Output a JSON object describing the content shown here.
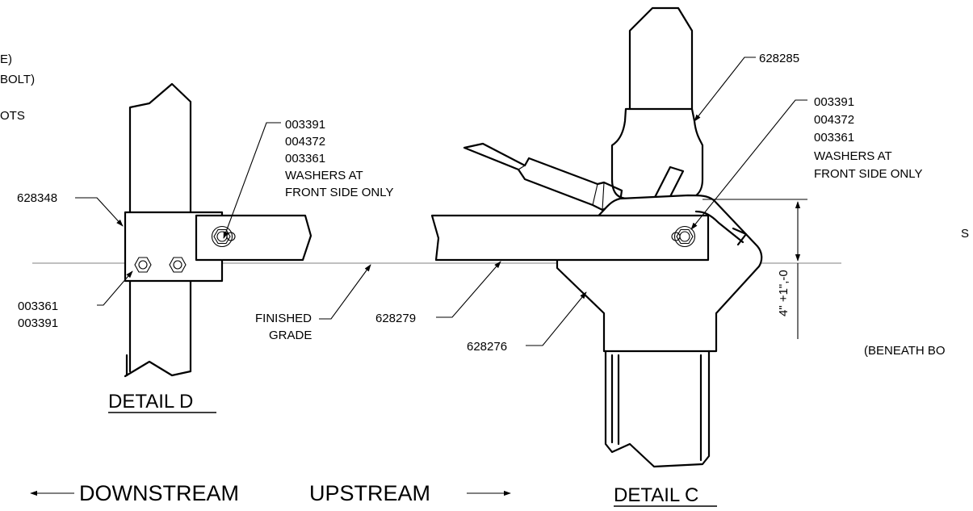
{
  "left_cut": {
    "line1": "E)",
    "line2": " BOLT)",
    "line3": "OTS"
  },
  "detail_d": {
    "title": "DETAIL D",
    "post_label": "628348",
    "bolt_callout": [
      "003391",
      "004372",
      "003361",
      "WASHERS AT",
      "FRONT SIDE ONLY"
    ],
    "lower_callout": [
      "003361",
      "003391"
    ]
  },
  "grade": {
    "label": [
      "FINISHED",
      "GRADE"
    ]
  },
  "detail_c": {
    "title": "DETAIL C",
    "top_label": "628285",
    "bolt_callout": [
      "003391",
      "004372",
      "003361",
      "WASHERS AT",
      "FRONT SIDE ONLY"
    ],
    "rail_label": "628279",
    "base_label": "628276",
    "dimension": "4\" +1\",-0"
  },
  "right_cut": {
    "s": "S",
    "beneath": "(BENEATH BO"
  },
  "direction": {
    "downstream": "DOWNSTREAM",
    "upstream": "UPSTREAM"
  }
}
